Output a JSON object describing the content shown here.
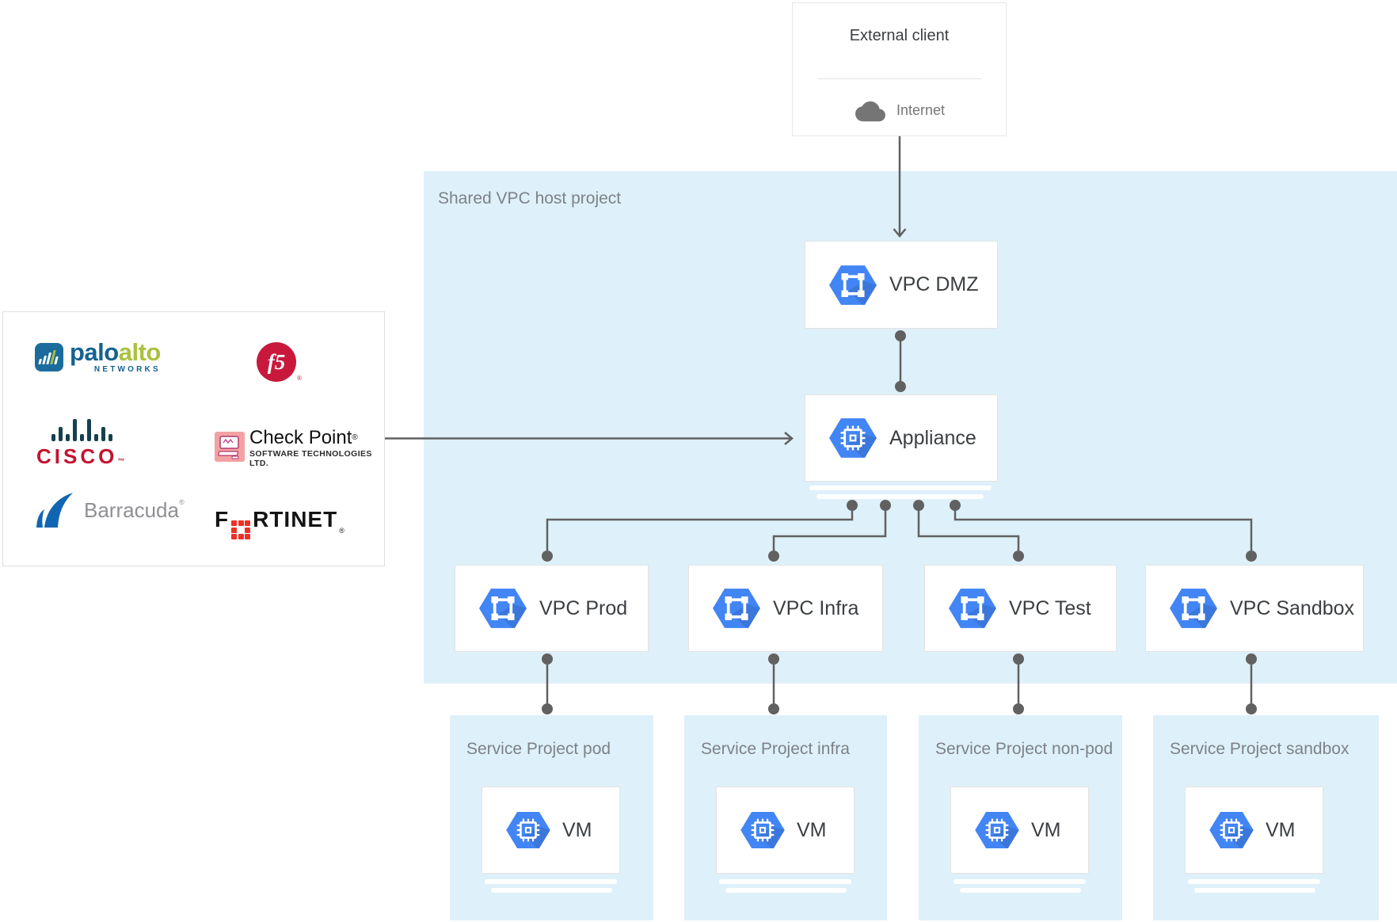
{
  "colors": {
    "region_bg": "#DEF0FA",
    "accent_blue": "#4285F4",
    "accent_blue_dark": "#3367D6",
    "connector_gray": "#616161",
    "label_gray": "#7D8287",
    "node_text": "#3B3F42"
  },
  "external_client": {
    "title": "External client",
    "internet_label": "Internet"
  },
  "host_project": {
    "label": "Shared VPC host project"
  },
  "nodes": {
    "vpc_dmz": "VPC DMZ",
    "appliance": "Appliance",
    "vpc_prod": "VPC Prod",
    "vpc_infra": "VPC Infra",
    "vpc_test": "VPC Test",
    "vpc_sandbox": "VPC Sandbox"
  },
  "service_projects": [
    {
      "label": "Service Project pod",
      "vm_label": "VM"
    },
    {
      "label": "Service Project infra",
      "vm_label": "VM"
    },
    {
      "label": "Service Project non-pod",
      "vm_label": "VM"
    },
    {
      "label": "Service Project sandbox",
      "vm_label": "VM"
    }
  ],
  "vendors": {
    "paloalto": {
      "part1": "palo",
      "part2": "alto",
      "part3": "NETWORKS"
    },
    "f5": {
      "text": "f5",
      "reg": "®"
    },
    "cisco": {
      "text": "CISCO",
      "tm": "™"
    },
    "checkpoint": {
      "name": "Check Point",
      "reg": "®",
      "sub": "SOFTWARE TECHNOLOGIES LTD."
    },
    "barracuda": {
      "text": "Barracuda",
      "reg": "®"
    },
    "fortinet": {
      "part1": "F",
      "part2": "RTINET",
      "reg": "®"
    }
  }
}
